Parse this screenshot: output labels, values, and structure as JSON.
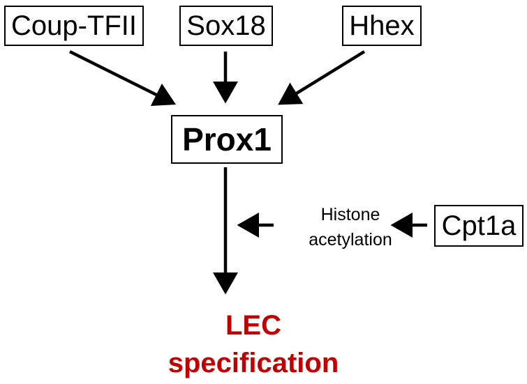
{
  "nodes": {
    "coup_tfii": "Coup-TFII",
    "sox18": "Sox18",
    "hhex": "Hhex",
    "prox1": "Prox1",
    "cpt1a": "Cpt1a"
  },
  "modifier": {
    "line1": "Histone",
    "line2": "acetylation"
  },
  "outcome": {
    "line1": "LEC",
    "line2": "specification",
    "color": "#c00000"
  },
  "edges": [
    {
      "from": "Coup-TFII",
      "to": "Prox1"
    },
    {
      "from": "Sox18",
      "to": "Prox1"
    },
    {
      "from": "Hhex",
      "to": "Prox1"
    },
    {
      "from": "Prox1",
      "to": "LEC specification"
    },
    {
      "from": "Cpt1a",
      "to": "Histone acetylation"
    },
    {
      "from": "Histone acetylation",
      "to": "Prox1 → LEC specification"
    }
  ]
}
